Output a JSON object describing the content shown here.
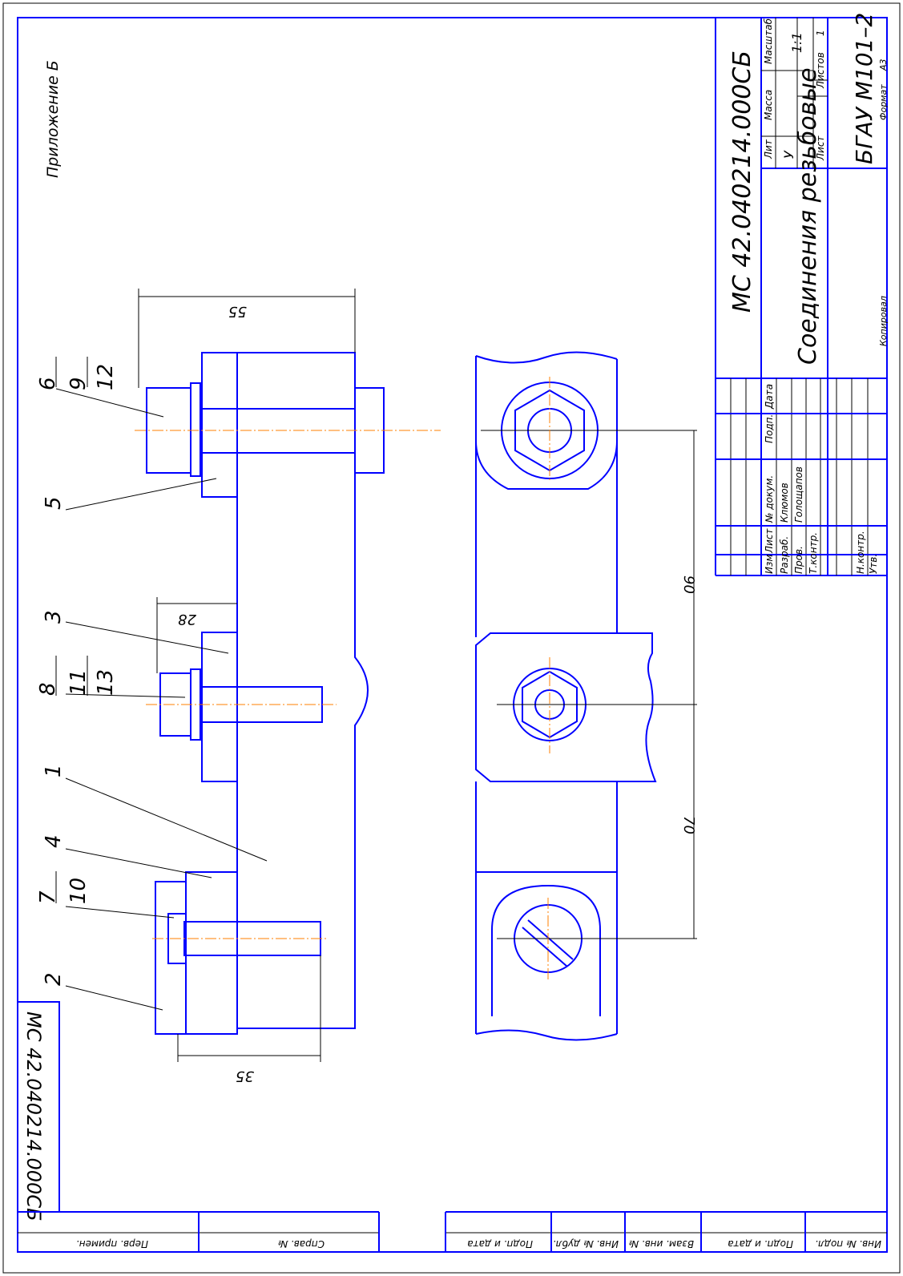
{
  "sheet": {
    "appendix": "Приложение Б",
    "doc_number": "МС 42.040214.000СБ",
    "side_number": "МС 42.040214.000СБ",
    "title": "Соединения резьбовые",
    "org": "БГАУ М101–2",
    "format_label": "Формат",
    "format_value": "А3",
    "copied_label": "Копировал"
  },
  "title_block": {
    "lit_label": "Лит",
    "lit_value": "У",
    "mass_label": "Масса",
    "scale_label": "Масштаб",
    "scale_value": "1:1",
    "sheet_label": "Лист",
    "sheets_label": "Листов",
    "sheets_value": "1",
    "header": {
      "izm": "Изм",
      "list": "Лист",
      "doc": "№ докум.",
      "sign": "Подп.",
      "date": "Дата"
    },
    "roles": [
      {
        "role": "Разраб.",
        "name": "Клюмов"
      },
      {
        "role": "Пров.",
        "name": "Голощапов"
      },
      {
        "role": "Т.контр.",
        "name": ""
      },
      {
        "role": "",
        "name": ""
      },
      {
        "role": "Н.контр.",
        "name": ""
      },
      {
        "role": "Утв.",
        "name": ""
      }
    ]
  },
  "bottom_strip": {
    "perv_primen": "Перв. примен.",
    "sprav": "Справ. №",
    "podp_data_1": "Подп. и дата",
    "inv_dubl": "Инв. № дубл.",
    "vzam_inv": "Взам. инв. №",
    "podp_data_2": "Подп. и дата",
    "inv_podl": "Инв. № подл."
  },
  "callouts": {
    "c6": "6",
    "c9": "9",
    "c12": "12",
    "c5": "5",
    "c3": "3",
    "c8": "8",
    "c11": "11",
    "c13": "13",
    "c1": "1",
    "c4": "4",
    "c7": "7",
    "c10": "10",
    "c2": "2"
  },
  "dimensions": {
    "d55": "55",
    "d28": "28",
    "d35": "35",
    "d90": "90",
    "d70": "70"
  },
  "colors": {
    "outline": "#0000ff",
    "axis": "#ff7f00",
    "thin": "#000000"
  }
}
